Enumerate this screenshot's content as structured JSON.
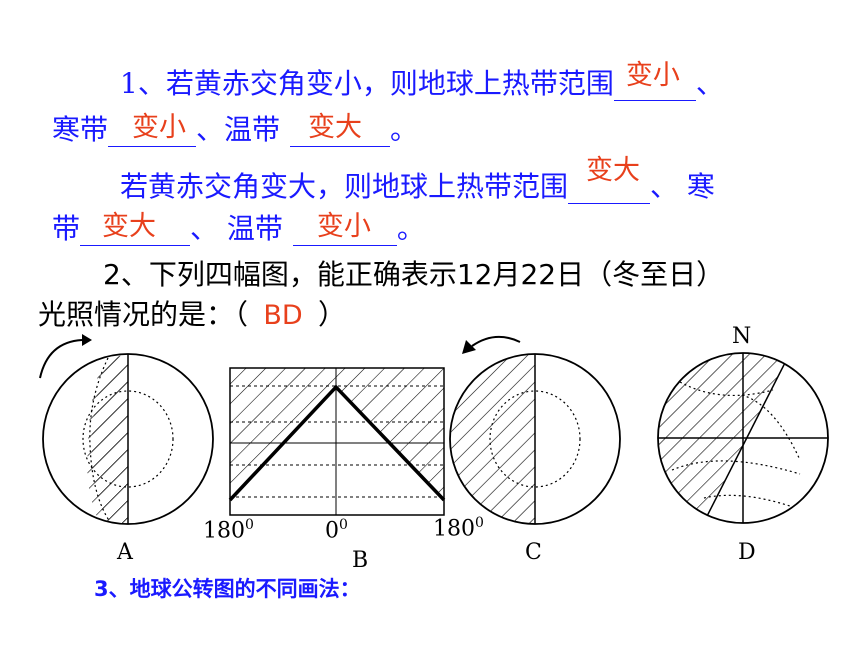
{
  "q1": {
    "line1_text": "1、若黄赤交角变小，则地球上热带范围",
    "line1_end": "、",
    "line2_start": "寒带",
    "line2_mid": "、温带",
    "line2_end": "。",
    "line3_text": "若黄赤交角变大，则地球上热带范围",
    "line3_end": "、  寒",
    "line4_start": "带",
    "line4_mid": "、 温带",
    "line4_end": "。",
    "answers": {
      "tropic_small": "变小",
      "frigid_small": "变小",
      "temperate_small": "变大",
      "tropic_large": "变大",
      "frigid_large": "变大",
      "temperate_large": "变小"
    }
  },
  "q2": {
    "line1": "2、下列四幅图，能正确表示12月22日（冬至日）",
    "line2_start": "光照情况的是：（",
    "line2_end": "）",
    "answer": "BD"
  },
  "figures": {
    "label_a": "A",
    "label_b": "B",
    "label_c": "C",
    "label_d": "D",
    "north": "N",
    "lon_left": "180",
    "lon_mid": "0",
    "lon_right": "180",
    "deg": "0"
  },
  "q3": {
    "text": "3、地球公转图的不同画法："
  }
}
